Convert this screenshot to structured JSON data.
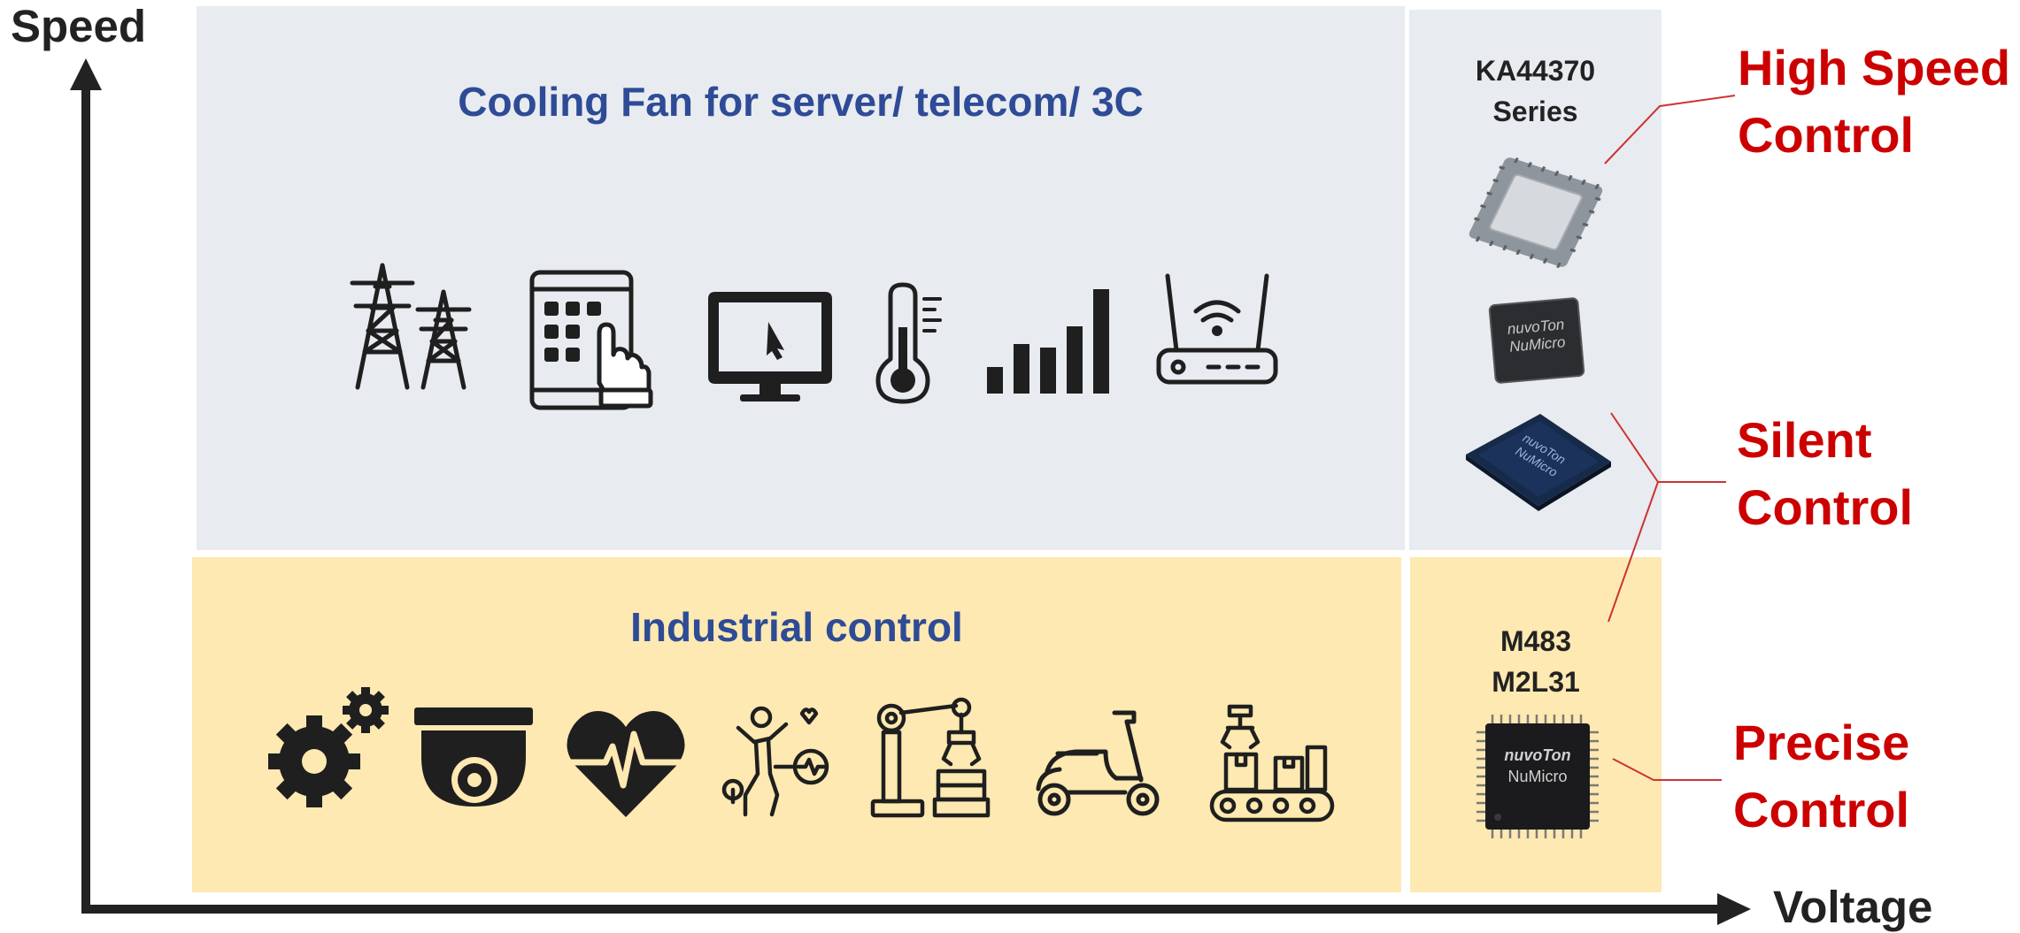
{
  "axes": {
    "y_label": "Speed",
    "x_label": "Voltage"
  },
  "panels": {
    "cooling": {
      "title": "Cooling Fan for server/ telecom/ 3C",
      "icons": [
        "transmission-tower-icon",
        "tablet-touch-icon",
        "monitor-cursor-icon",
        "thermometer-icon",
        "signal-bars-icon",
        "wifi-router-icon"
      ]
    },
    "industrial": {
      "title": "Industrial control",
      "icons": [
        "gears-icon",
        "dome-camera-icon",
        "heart-rate-icon",
        "health-person-icon",
        "robot-arm-icon",
        "scooter-icon",
        "conveyor-belt-icon"
      ]
    }
  },
  "chips": {
    "top_label_line1": "KA44370",
    "top_label_line2": "Series",
    "bottom_label_line1": "M483",
    "bottom_label_line2": "M2L31",
    "logo_line1": "nuvoTon",
    "logo_line2": "NuMicro"
  },
  "controls": {
    "high_speed": {
      "line1": "High Speed",
      "line2": "Control"
    },
    "silent": {
      "line1": "Silent",
      "line2": "Control"
    },
    "precise": {
      "line1": "Precise",
      "line2": "Control"
    }
  },
  "colors": {
    "title_blue": "#2e4b96",
    "control_red": "#cc0000",
    "cool_bg": "#e8ebef",
    "industrial_bg": "#fde9b1"
  }
}
